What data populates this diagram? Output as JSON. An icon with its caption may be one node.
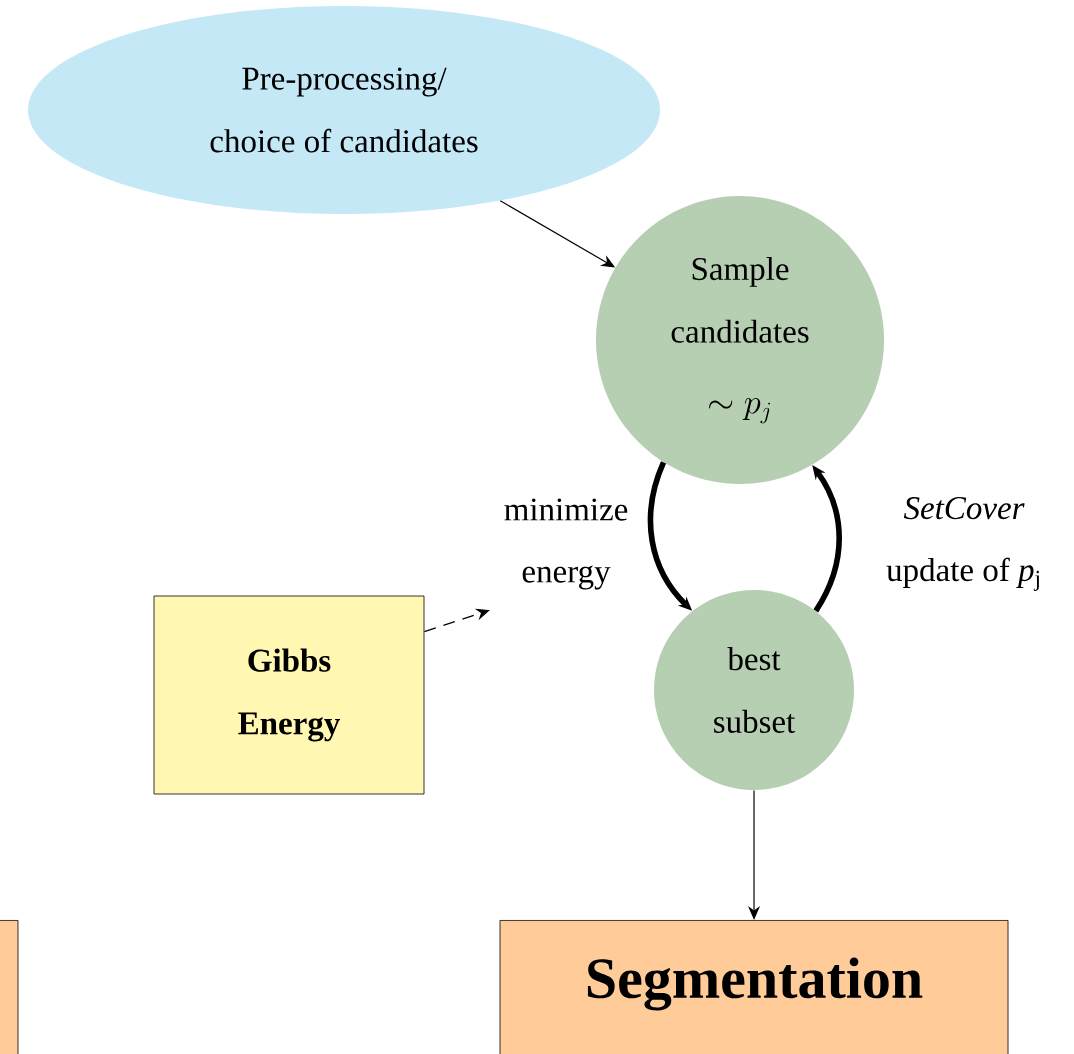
{
  "diagram": {
    "nodes": [
      {
        "text": [
          "Pre-processing/ choice of candidates"
        ]
      },
      {
        "text": [
          "Sample candidates",
          "\\sim p_j"
        ]
      },
      {
        "text": [
          "best subset"
        ]
      },
      {
        "text": [
          "Gibbs Energy"
        ]
      },
      {
        "text": [
          "Segmentation"
        ]
      },
      {
        "text": [],
        "shape": "box"
      }
    ],
    "edges": [
      {
        "from": 0,
        "to": 1,
        "arrow": "to"
      },
      {
        "from": 1,
        "to": 2,
        "arrow": "to",
        "style": "thick",
        "label": "minimize energy"
      },
      {
        "from": 2,
        "to": 1,
        "arrow": "to",
        "style": "thick",
        "label": "*SetCover* update of *p*$_{j}$"
      },
      {
        "from": 3,
        "to": null,
        "arrow": "to",
        "style": "dashed"
      },
      {
        "from": 2,
        "to": 4,
        "arrow": "to"
      }
    ]
  }
}
